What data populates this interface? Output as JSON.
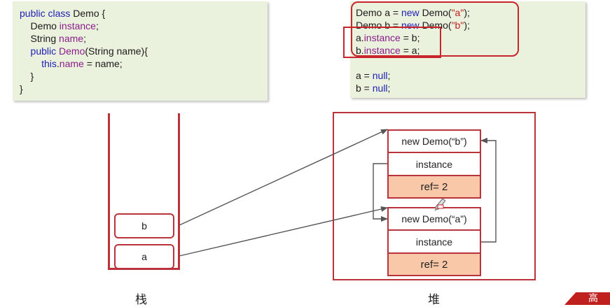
{
  "class_code": {
    "lines": [
      [
        [
          "kw",
          "public class "
        ],
        [
          "tok",
          "Demo {"
        ]
      ],
      [
        [
          "tok",
          "    Demo "
        ],
        [
          "fld",
          "instance"
        ],
        [
          "tok",
          ";"
        ]
      ],
      [
        [
          "tok",
          "    String "
        ],
        [
          "fld",
          "name"
        ],
        [
          "tok",
          ";"
        ]
      ],
      [
        [
          "kw",
          "    public "
        ],
        [
          "fld",
          "Demo"
        ],
        [
          "tok",
          "(String name){"
        ]
      ],
      [
        [
          "kw",
          "        this"
        ],
        [
          "tok",
          "."
        ],
        [
          "fld",
          "name"
        ],
        [
          "tok",
          " = name;"
        ]
      ],
      [
        [
          "tok",
          "    }"
        ]
      ],
      [
        [
          "tok",
          "}"
        ]
      ]
    ]
  },
  "usage_code": {
    "lines": [
      [
        [
          "tok",
          "Demo a = "
        ],
        [
          "kw",
          "new "
        ],
        [
          "tok",
          "Demo("
        ],
        [
          "str",
          "\"a\""
        ],
        [
          "tok",
          ");"
        ]
      ],
      [
        [
          "tok",
          "Demo b = "
        ],
        [
          "kw",
          "new "
        ],
        [
          "tok",
          "Demo("
        ],
        [
          "str",
          "\"b\""
        ],
        [
          "tok",
          ");"
        ]
      ],
      [
        [
          "tok",
          "a."
        ],
        [
          "fld",
          "instance"
        ],
        [
          "tok",
          " = b;"
        ]
      ],
      [
        [
          "tok",
          "b."
        ],
        [
          "fld",
          "instance"
        ],
        [
          "tok",
          " = a;"
        ]
      ],
      [
        [
          "tok",
          ""
        ]
      ],
      [
        [
          "tok",
          "a = "
        ],
        [
          "kw",
          "null"
        ],
        [
          "tok",
          ";"
        ]
      ],
      [
        [
          "tok",
          "b = "
        ],
        [
          "kw",
          "null"
        ],
        [
          "tok",
          ";"
        ]
      ]
    ]
  },
  "stack": {
    "caption": "栈",
    "cells": [
      "b",
      "a"
    ]
  },
  "heap": {
    "caption": "堆",
    "objects": [
      {
        "header": "new Demo(“b”)",
        "field": "instance",
        "ref": "ref= 2"
      },
      {
        "header": "new Demo(“a”)",
        "field": "instance",
        "ref": "ref= 2"
      }
    ]
  },
  "corner": {
    "text": "高"
  },
  "colors": {
    "frame": "#b8343a",
    "highlight": "#c8252c",
    "arrow": "#555555",
    "ref_fill": "#f8c8a8",
    "code_bg": "#eaf1dd"
  }
}
